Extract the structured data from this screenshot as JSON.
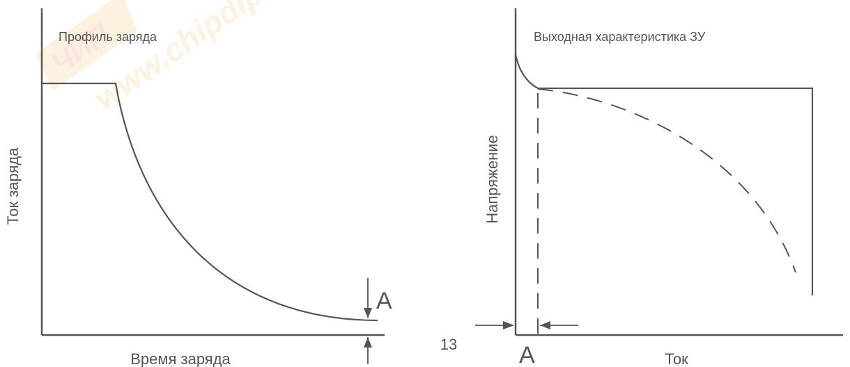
{
  "watermark": {
    "brand_text": "ЧИП",
    "url_text": "www.chipdip",
    "colors": {
      "primary": "#f5a623",
      "secondary": "#e8442c"
    }
  },
  "left_chart": {
    "title": "Профиль заряда",
    "y_label": "Ток заряда",
    "x_label": "Время заряда",
    "marker": "A"
  },
  "right_chart": {
    "title": "Выходная характеристика ЗУ",
    "y_label": "Напряжение",
    "x_label": "Ток",
    "marker": "A"
  },
  "page_number": "13",
  "colors": {
    "line": "#555555",
    "text": "#555555"
  }
}
